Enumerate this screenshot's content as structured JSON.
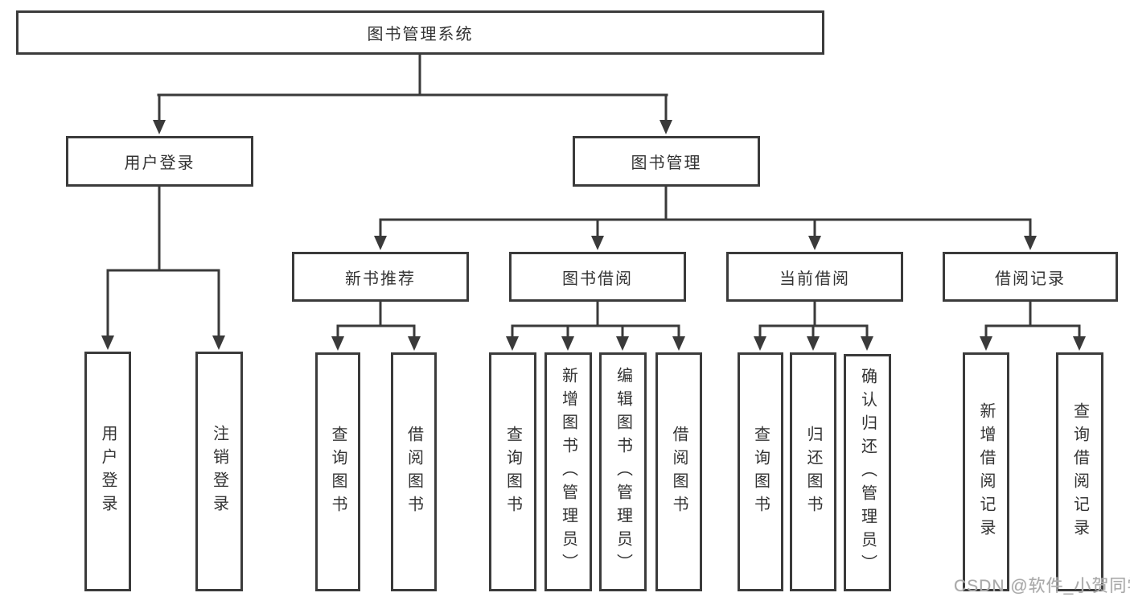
{
  "watermark": "CSDN @软件_小贺同学",
  "colors": {
    "line": "#3a3a3a",
    "box_border": "#3b3b3b",
    "text": "#333333",
    "watermark": "#a9a9a9",
    "background": "#ffffff"
  },
  "tree": {
    "label": "图书管理系统",
    "children": [
      {
        "label": "用户登录",
        "children": [
          {
            "label": "用户登录"
          },
          {
            "label": "注销登录"
          }
        ]
      },
      {
        "label": "图书管理",
        "children": [
          {
            "label": "新书推荐",
            "children": [
              {
                "label": "查询图书"
              },
              {
                "label": "借阅图书"
              }
            ]
          },
          {
            "label": "图书借阅",
            "children": [
              {
                "label": "查询图书"
              },
              {
                "label": "新增图书（管理员）"
              },
              {
                "label": "编辑图书（管理员）"
              },
              {
                "label": "借阅图书"
              }
            ]
          },
          {
            "label": "当前借阅",
            "children": [
              {
                "label": "查询图书"
              },
              {
                "label": "归还图书"
              },
              {
                "label": "确认归还（管理员）"
              }
            ]
          },
          {
            "label": "借阅记录",
            "children": [
              {
                "label": "新增借阅记录"
              },
              {
                "label": "查询借阅记录"
              }
            ]
          }
        ]
      }
    ]
  }
}
